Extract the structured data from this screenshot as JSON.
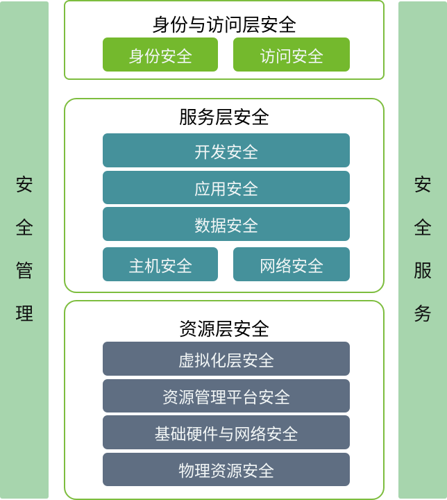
{
  "left_sidebar": {
    "chars": [
      "安",
      "全",
      "管",
      "理"
    ]
  },
  "right_sidebar": {
    "chars": [
      "安",
      "全",
      "服",
      "务"
    ]
  },
  "identity_layer": {
    "title": "身份与访问层安全",
    "items": [
      "身份安全",
      "访问安全"
    ]
  },
  "service_layer": {
    "title": "服务层安全",
    "items": [
      "开发安全",
      "应用安全",
      "数据安全",
      "主机安全",
      "网络安全"
    ]
  },
  "resource_layer": {
    "title": "资源层安全",
    "items": [
      "虚拟化层安全",
      "资源管理平台安全",
      "基础硬件与网络安全",
      "物理资源安全"
    ]
  },
  "colors": {
    "sidebar": "#a7d5ad",
    "identity": "#74b92d",
    "service": "#45919b",
    "resource": "#5f6e82",
    "border": "#7dbd3e"
  }
}
